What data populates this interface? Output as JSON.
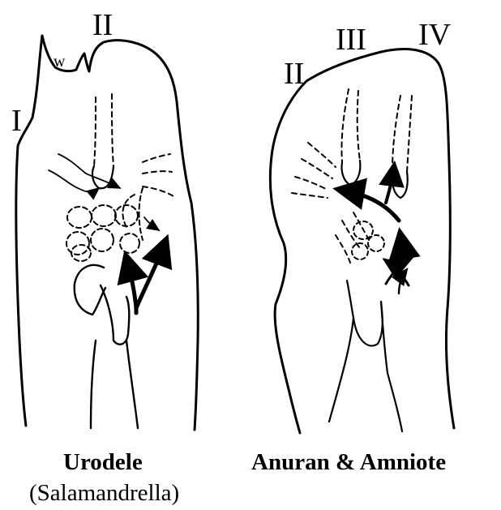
{
  "left_panel": {
    "digit_labels": {
      "I": "I",
      "II": "II"
    },
    "web_label": "w",
    "caption": "Urodele",
    "subcaption": "(Salamandrella)"
  },
  "right_panel": {
    "digit_labels": {
      "II": "II",
      "III": "III",
      "IV": "IV"
    },
    "caption": "Anuran & Amniote"
  },
  "colors": {
    "ink": "#000000",
    "background": "#ffffff"
  }
}
